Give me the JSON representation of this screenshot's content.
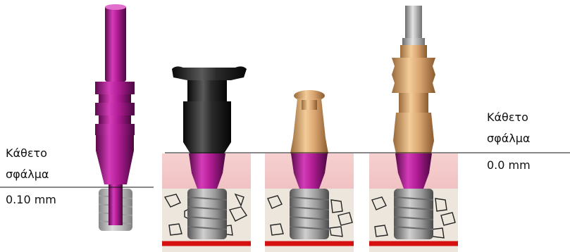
{
  "left_label": {
    "line1": "Κάθετο",
    "line2": "σφάλμα",
    "value": "0.10 mm"
  },
  "right_label": {
    "line1": "Κάθετο",
    "line2": "σφάλμα",
    "value": "0.0 mm"
  },
  "colors": {
    "magenta": "#a8168c",
    "gum": "#f0c0c0",
    "bone": "#ece6dc",
    "red_line": "#d41010",
    "gold": "#d6a56e",
    "black_part": "#1e1e1e",
    "grey_screw": "#8f8f8f"
  }
}
